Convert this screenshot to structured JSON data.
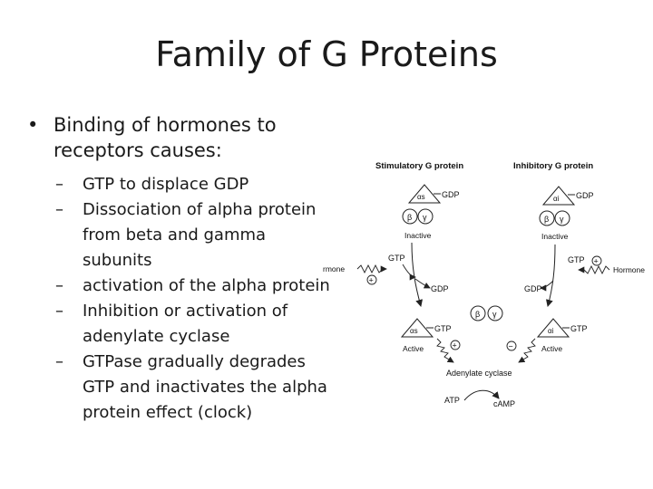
{
  "slide": {
    "title": "Family of G Proteins",
    "bullet": {
      "mark": "•",
      "text": "Binding of  hormones to receptors causes:",
      "dash": "–",
      "items": [
        "GTP to displace GDP",
        "Dissociation of alpha protein from beta and gamma subunits",
        "activation of the alpha protein",
        "Inhibition or activation of adenylate cyclase",
        "GTPase gradually degrades GTP and inactivates the alpha protein effect (clock)"
      ]
    }
  },
  "diagram": {
    "stimulatory_label": "Stimulatory G protein",
    "inhibitory_label": "Inhibitory G protein",
    "alpha_s": "αs",
    "alpha_i": "αi",
    "beta": "β",
    "gamma": "γ",
    "gdp": "GDP",
    "gtp": "GTP",
    "inactive": "Inactive",
    "active": "Active",
    "hormone_left": "rmone",
    "hormone_right": "Hormone",
    "plus": "+",
    "minus": "−",
    "adenylate_cyclase": "Adenylate cyclase",
    "atp": "ATP",
    "camp": "cAMP"
  }
}
